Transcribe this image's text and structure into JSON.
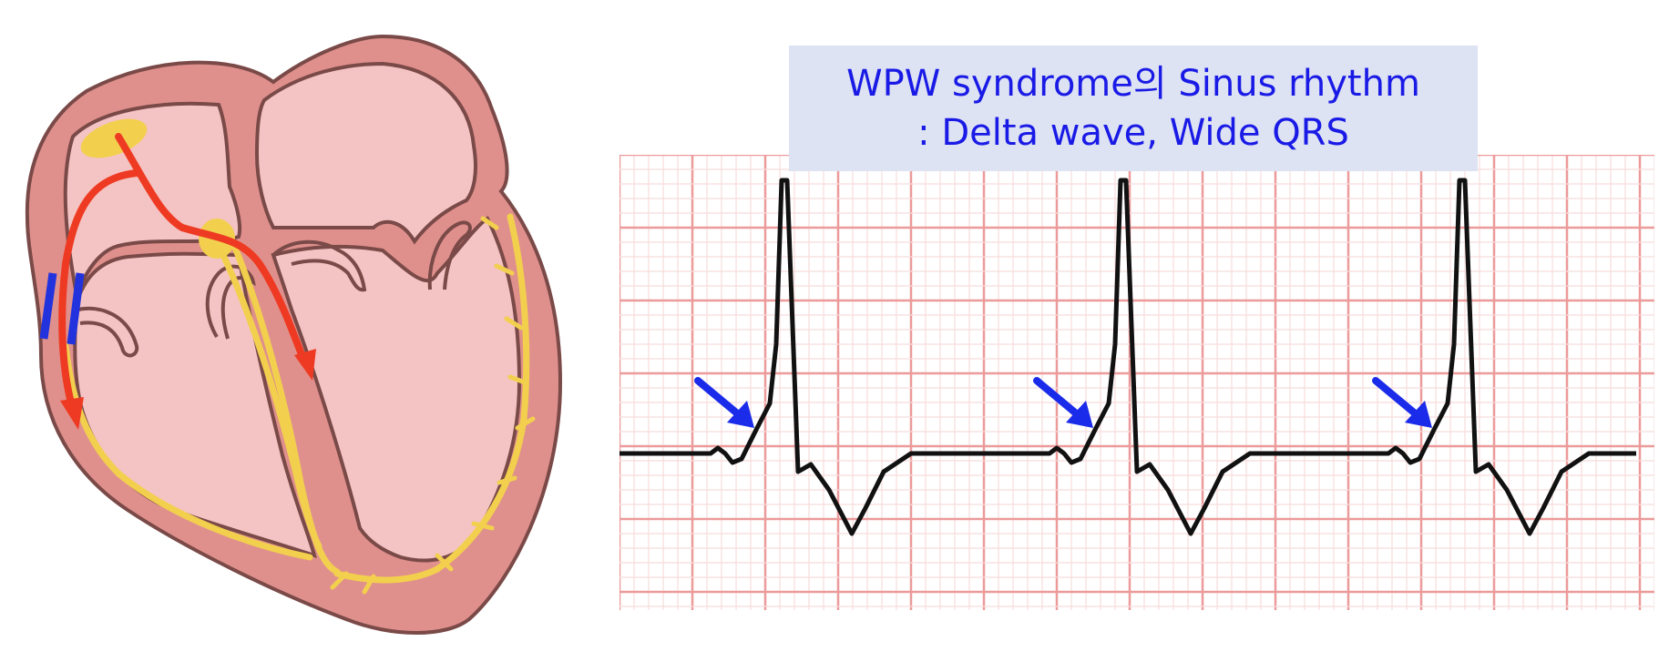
{
  "title": {
    "line1": "WPW syndrome의 Sinus rhythm",
    "line2": ": Delta wave, Wide QRS"
  },
  "colors": {
    "heart_wall": "#e0908c",
    "heart_outline": "#7a4a48",
    "chamber_fill": "#f4c3c3",
    "conduction_path": "#f2d04e",
    "impulse_arrow": "#ee3a22",
    "accessory_pathway_marker": "#2233dd",
    "ecg_grid_major": "#ec9a9a",
    "ecg_grid_minor": "#f8dcdc",
    "ecg_trace": "#111111",
    "delta_wave_arrow": "#1a2bea",
    "title_text": "#1a1ae6",
    "title_box": "#dde3f2"
  },
  "icons": {
    "delta_wave_marker": "arrow-down-right-icon",
    "accessory_pathway": "double-bar-icon"
  },
  "ecg": {
    "beats": 3,
    "features": [
      "delta wave",
      "wide QRS"
    ]
  }
}
